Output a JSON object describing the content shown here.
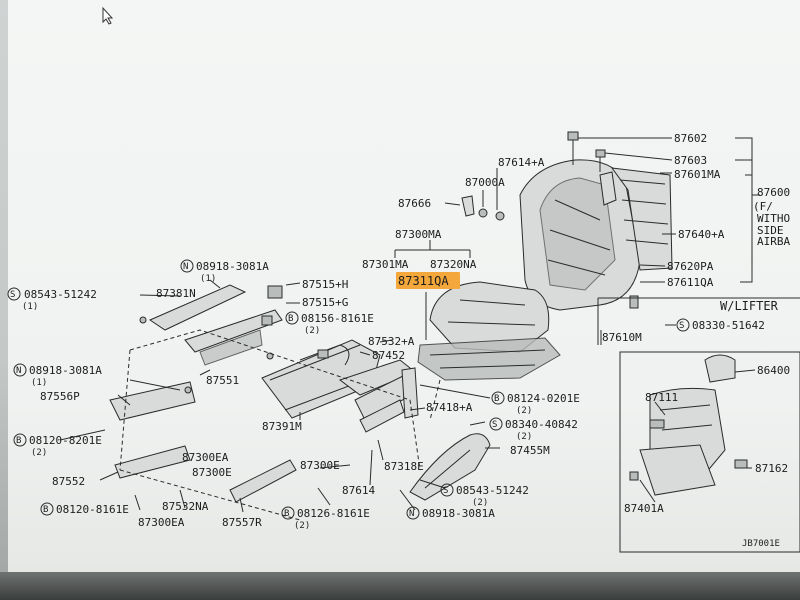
{
  "labels": {
    "p87602": "87602",
    "p87603": "87603",
    "p87601MA": "87601MA",
    "p87614A": "87614+A",
    "p87000A": "87000A",
    "p87666": "87666",
    "p87600": "87600",
    "side_note1": "(F/",
    "side_note2": "WITHO",
    "side_note3": "SIDE",
    "side_note4": "AIRBA",
    "p87640A": "87640+A",
    "p87300MA": "87300MA",
    "p87301MA": "87301MA",
    "p87320NA": "87320NA",
    "p87311QA": "87311QA",
    "p87620PA": "87620PA",
    "p87611QA": "87611QA",
    "w_lifter": "W/LIFTER",
    "p87610M": "87610M",
    "s08330": "08330-51642",
    "n08918_a": "08918-3081A",
    "n08918_a_q": "(1)",
    "s08543_a": "08543-51242",
    "s08543_a_q": "(1)",
    "p87381N": "87381N",
    "p87515H": "87515+H",
    "p87515G": "87515+G",
    "b08156": "08156-8161E",
    "b08156_q": "(2)",
    "p87532A": "87532+A",
    "p87452": "87452",
    "n08918_b": "08918-3081A",
    "n08918_b_q": "(1)",
    "p87556P": "87556P",
    "p87551": "87551",
    "b08124": "08124-0201E",
    "b08124_q": "(2)",
    "p87418A": "87418+A",
    "b08120_a": "08120-8201E",
    "b08120_a_q": "(2)",
    "p87391M": "87391M",
    "s08340": "08340-40842",
    "s08340_q": "(2)",
    "p87455M": "87455M",
    "p87300EA_a": "87300EA",
    "p87300E_a": "87300E",
    "p87552": "87552",
    "p87300E_b": "87300E",
    "p87318E": "87318E",
    "s08543_b": "08543-51242",
    "s08543_b_q": "(2)",
    "p87614": "87614",
    "b08120_b": "08120-8161E",
    "p87532NA": "87532NA",
    "p87300EA_b": "87300EA",
    "p87557R": "87557R",
    "b08126": "08126-8161E",
    "b08126_q": "(2)",
    "n08918_c": "08918-3081A",
    "p87111": "87111",
    "p86400": "86400",
    "p87162": "87162",
    "p87401A": "87401A",
    "fig_code": "JB7001E"
  },
  "colors": {
    "highlight": "#f4a73a",
    "ink": "#1c1e1d",
    "paper": "#f2f4f3"
  }
}
